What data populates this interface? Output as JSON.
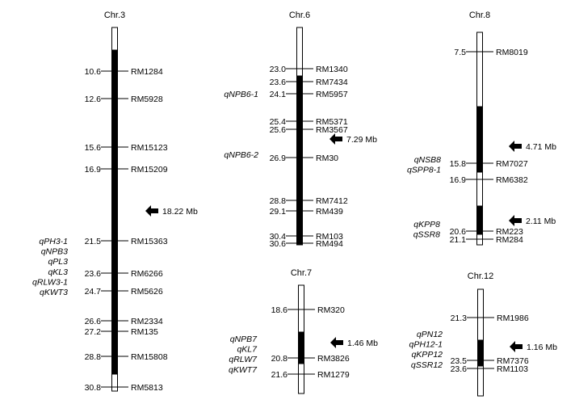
{
  "chromosomes": [
    {
      "title": "Chr.3",
      "markers": [
        {
          "pos": "10.6",
          "name": "RM1284"
        },
        {
          "pos": "12.6",
          "name": "RM5928"
        },
        {
          "pos": "15.6",
          "name": "RM15123"
        },
        {
          "pos": "16.9",
          "name": "RM15209"
        },
        {
          "pos": "21.5",
          "name": "RM15363"
        },
        {
          "pos": "23.6",
          "name": "RM6266"
        },
        {
          "pos": "24.7",
          "name": "RM5626"
        },
        {
          "pos": "26.6",
          "name": "RM2334"
        },
        {
          "pos": "27.2",
          "name": "RM135"
        },
        {
          "pos": "28.8",
          "name": "RM15808"
        },
        {
          "pos": "30.8",
          "name": "RM5813"
        }
      ],
      "qtl_groups": [
        [
          "qPH3-1",
          "qNPB3",
          "qPL3",
          "qKL3",
          "qRLW3-1",
          "qKWT3"
        ]
      ],
      "arrows": [
        "18.22 Mb"
      ]
    },
    {
      "title": "Chr.6",
      "markers": [
        {
          "pos": "23.0",
          "name": "RM1340"
        },
        {
          "pos": "23.6",
          "name": "RM7434"
        },
        {
          "pos": "24.1",
          "name": "RM5957"
        },
        {
          "pos": "25.4",
          "name": "RM5371"
        },
        {
          "pos": "25.6",
          "name": "RM3567"
        },
        {
          "pos": "26.9",
          "name": "RM30"
        },
        {
          "pos": "28.8",
          "name": "RM7412"
        },
        {
          "pos": "29.1",
          "name": "RM439"
        },
        {
          "pos": "30.4",
          "name": "RM103"
        },
        {
          "pos": "30.6",
          "name": "RM494"
        }
      ],
      "qtl_groups": [
        [
          "qNPB6-1"
        ],
        [
          "qNPB6-2"
        ]
      ],
      "arrows": [
        "7.29 Mb"
      ]
    },
    {
      "title": "Chr.7",
      "markers": [
        {
          "pos": "18.6",
          "name": "RM320"
        },
        {
          "pos": "20.8",
          "name": "RM3826"
        },
        {
          "pos": "21.6",
          "name": "RM1279"
        }
      ],
      "qtl_groups": [
        [
          "qNPB7",
          "qKL7",
          "qRLW7",
          "qKWT7"
        ]
      ],
      "arrows": [
        "1.46 Mb"
      ]
    },
    {
      "title": "Chr.8",
      "markers": [
        {
          "pos": "7.5",
          "name": "RM8019"
        },
        {
          "pos": "15.8",
          "name": "RM7027"
        },
        {
          "pos": "16.9",
          "name": "RM6382"
        },
        {
          "pos": "20.6",
          "name": "RM223"
        },
        {
          "pos": "21.1",
          "name": "RM284"
        }
      ],
      "qtl_groups": [
        [
          "qNSB8",
          "qSPP8-1"
        ],
        [
          "qKPP8",
          "qSSR8"
        ]
      ],
      "arrows": [
        "4.71 Mb",
        "2.11 Mb"
      ]
    },
    {
      "title": "Chr.12",
      "markers": [
        {
          "pos": "21.3",
          "name": "RM1986"
        },
        {
          "pos": "23.5",
          "name": "RM7376"
        },
        {
          "pos": "23.6",
          "name": "RM1103"
        }
      ],
      "qtl_groups": [
        [
          "qPN12",
          "qPH12-1",
          "qKPP12",
          "qSSR12"
        ]
      ],
      "arrows": [
        "1.16 Mb"
      ]
    }
  ],
  "colors": {
    "ink": "#000000",
    "chromosome_fill": "#ffffff",
    "qtl_region": "#000000"
  }
}
